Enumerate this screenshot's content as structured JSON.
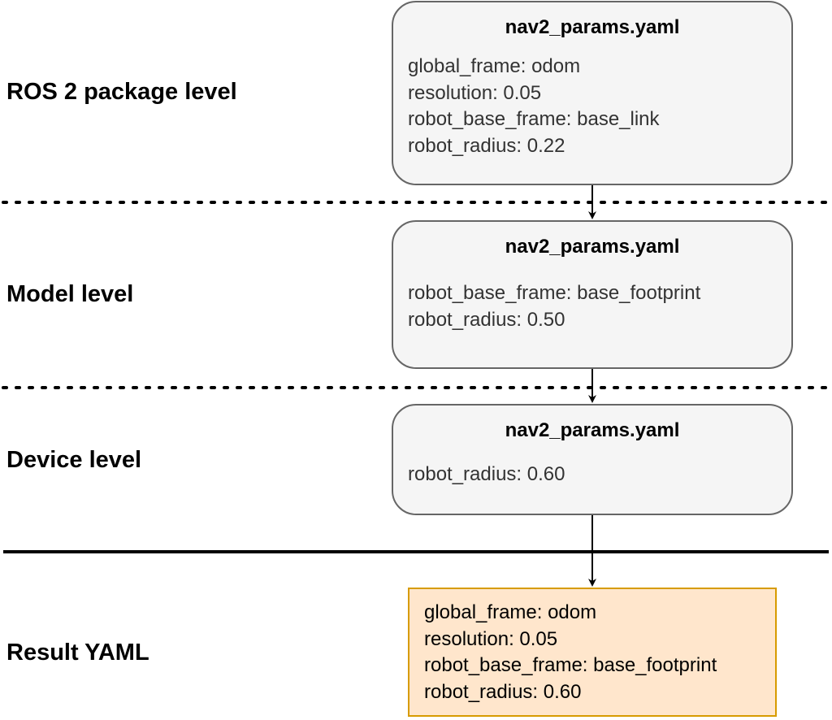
{
  "levels": {
    "package": "ROS 2 package level",
    "model": "Model level",
    "device": "Device level",
    "result": "Result YAML"
  },
  "boxes": {
    "package": {
      "title": "nav2_params.yaml",
      "lines": [
        "global_frame: odom",
        "resolution: 0.05",
        "robot_base_frame: base_link",
        "robot_radius: 0.22"
      ]
    },
    "model": {
      "title": "nav2_params.yaml",
      "lines": [
        "robot_base_frame: base_footprint",
        "robot_radius: 0.50"
      ]
    },
    "device": {
      "title": "nav2_params.yaml",
      "lines": [
        "robot_radius: 0.60"
      ]
    }
  },
  "result": {
    "lines": [
      "global_frame: odom",
      "resolution: 0.05",
      "robot_base_frame: base_footprint",
      "robot_radius: 0.60"
    ]
  },
  "colors": {
    "box_fill": "#f5f5f5",
    "box_stroke": "#666666",
    "result_fill": "#ffe6cc",
    "result_stroke": "#d79b00"
  }
}
